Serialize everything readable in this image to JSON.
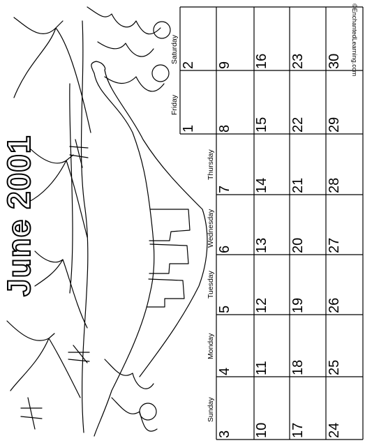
{
  "title": "June 2001",
  "credit": "©EnchantedLearning.com",
  "weekdays": [
    "Sunday",
    "Monday",
    "Tuesday",
    "Wednesday",
    "Thursday",
    "Friday",
    "Saturday"
  ],
  "weeks": [
    [
      "",
      "",
      "",
      "",
      "",
      "1",
      "2"
    ],
    [
      "3",
      "4",
      "5",
      "6",
      "7",
      "8",
      "9"
    ],
    [
      "10",
      "11",
      "12",
      "13",
      "14",
      "15",
      "16"
    ],
    [
      "17",
      "18",
      "19",
      "20",
      "21",
      "22",
      "23"
    ],
    [
      "24",
      "25",
      "26",
      "27",
      "28",
      "29",
      "30"
    ]
  ]
}
